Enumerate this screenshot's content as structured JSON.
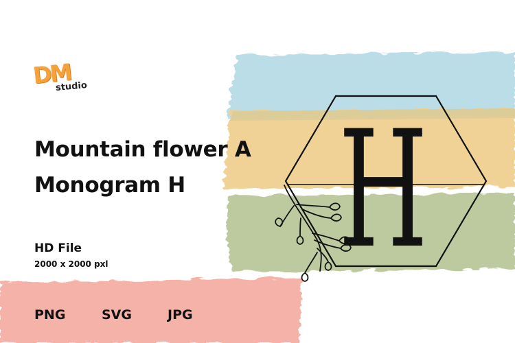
{
  "logo": {
    "mark": "DM",
    "subtitle": "studio"
  },
  "title_lines": [
    "Mountain flower A",
    "Monogram H"
  ],
  "file_info": {
    "label": "HD File",
    "size": "2000 x 2000 pxl"
  },
  "formats": [
    "PNG",
    "SVG",
    "JPG"
  ],
  "monogram_letter": "H",
  "colors": {
    "stripe_blue": "#b7dbe6",
    "stripe_yellow": "#f0d090",
    "stripe_green": "#b9c79a",
    "stripe_pink": "#f4aea3",
    "ink": "#111111",
    "logo_orange": "#f5a23a"
  }
}
